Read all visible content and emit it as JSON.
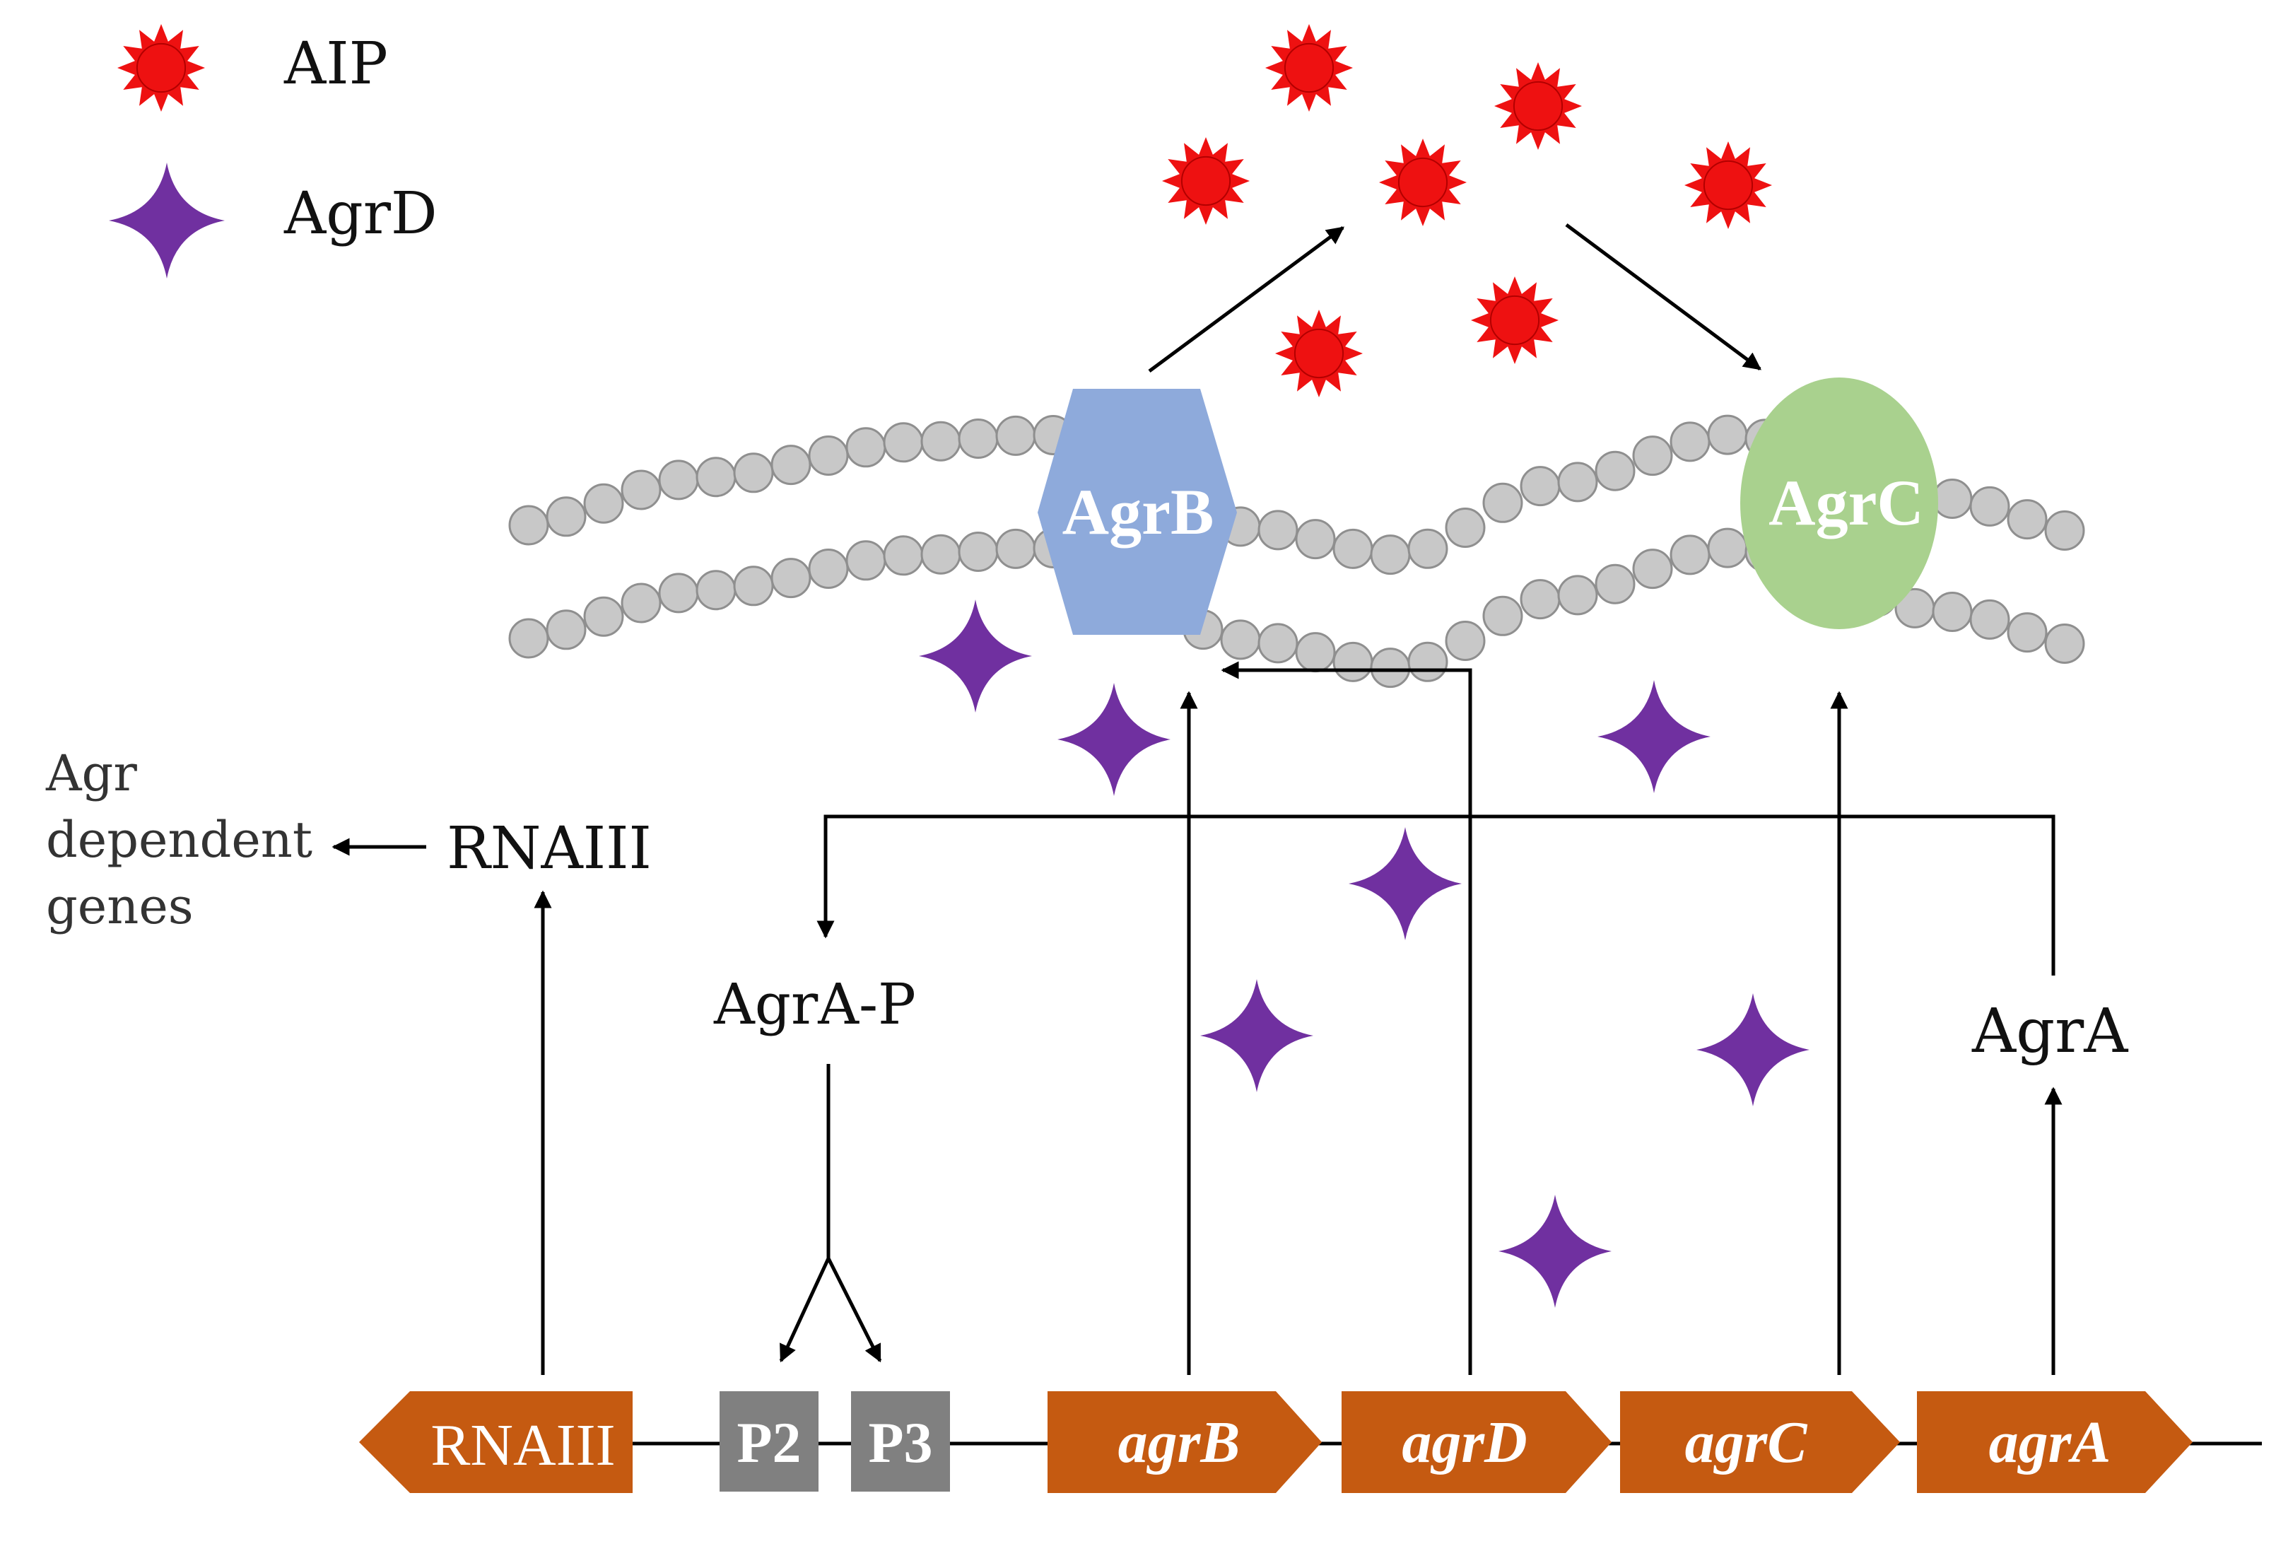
{
  "legend": {
    "aip_label": "AIP",
    "agrd_label": "AgrD"
  },
  "proteins": {
    "agrb": "AgrB",
    "agrc": "AgrC"
  },
  "labels": {
    "agr_dependent_line1": "Agr",
    "agr_dependent_line2": "dependent",
    "agr_dependent_line3": "genes",
    "rnaiii": "RNAIII",
    "agra_p": "AgrA-P",
    "agra": "AgrA"
  },
  "operon": {
    "rnaiii_gene": "RNAIII",
    "p2": "P2",
    "p3": "P3",
    "genes": [
      "agrB",
      "agrD",
      "agrC",
      "agrA"
    ]
  },
  "colors": {
    "aip": "#ee1111",
    "agrd": "#7030a0",
    "agrb": "#8eaadb",
    "agrc": "#a9d18e",
    "gene": "#c55a11",
    "promoter": "#808080",
    "membrane": "#c8c8c8"
  }
}
